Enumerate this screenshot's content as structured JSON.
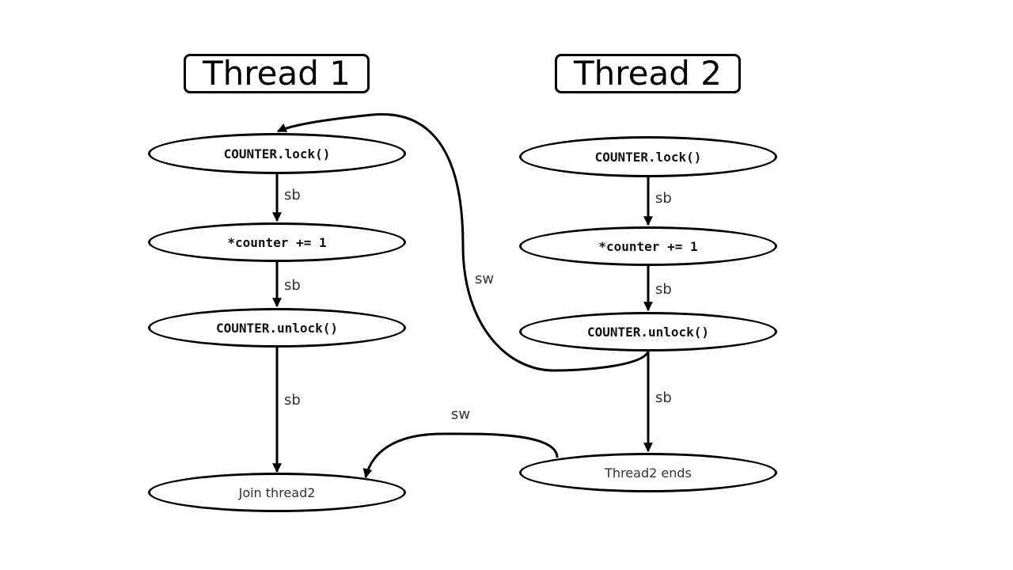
{
  "threads": [
    {
      "title": "Thread 1",
      "nodes": [
        "COUNTER.lock()",
        "*counter += 1",
        "COUNTER.unlock()",
        "Join thread2"
      ],
      "edge_labels": [
        "sb",
        "sb",
        "sb"
      ]
    },
    {
      "title": "Thread 2",
      "nodes": [
        "COUNTER.lock()",
        "*counter += 1",
        "COUNTER.unlock()",
        "Thread2 ends"
      ],
      "edge_labels": [
        "sb",
        "sb",
        "sb"
      ]
    }
  ],
  "cross_edges": [
    {
      "from": "Thread 2 / COUNTER.unlock()",
      "to": "Thread 1 / COUNTER.lock()",
      "label": "sw"
    },
    {
      "from": "Thread2 ends",
      "to": "Join thread2",
      "label": "sw"
    }
  ]
}
